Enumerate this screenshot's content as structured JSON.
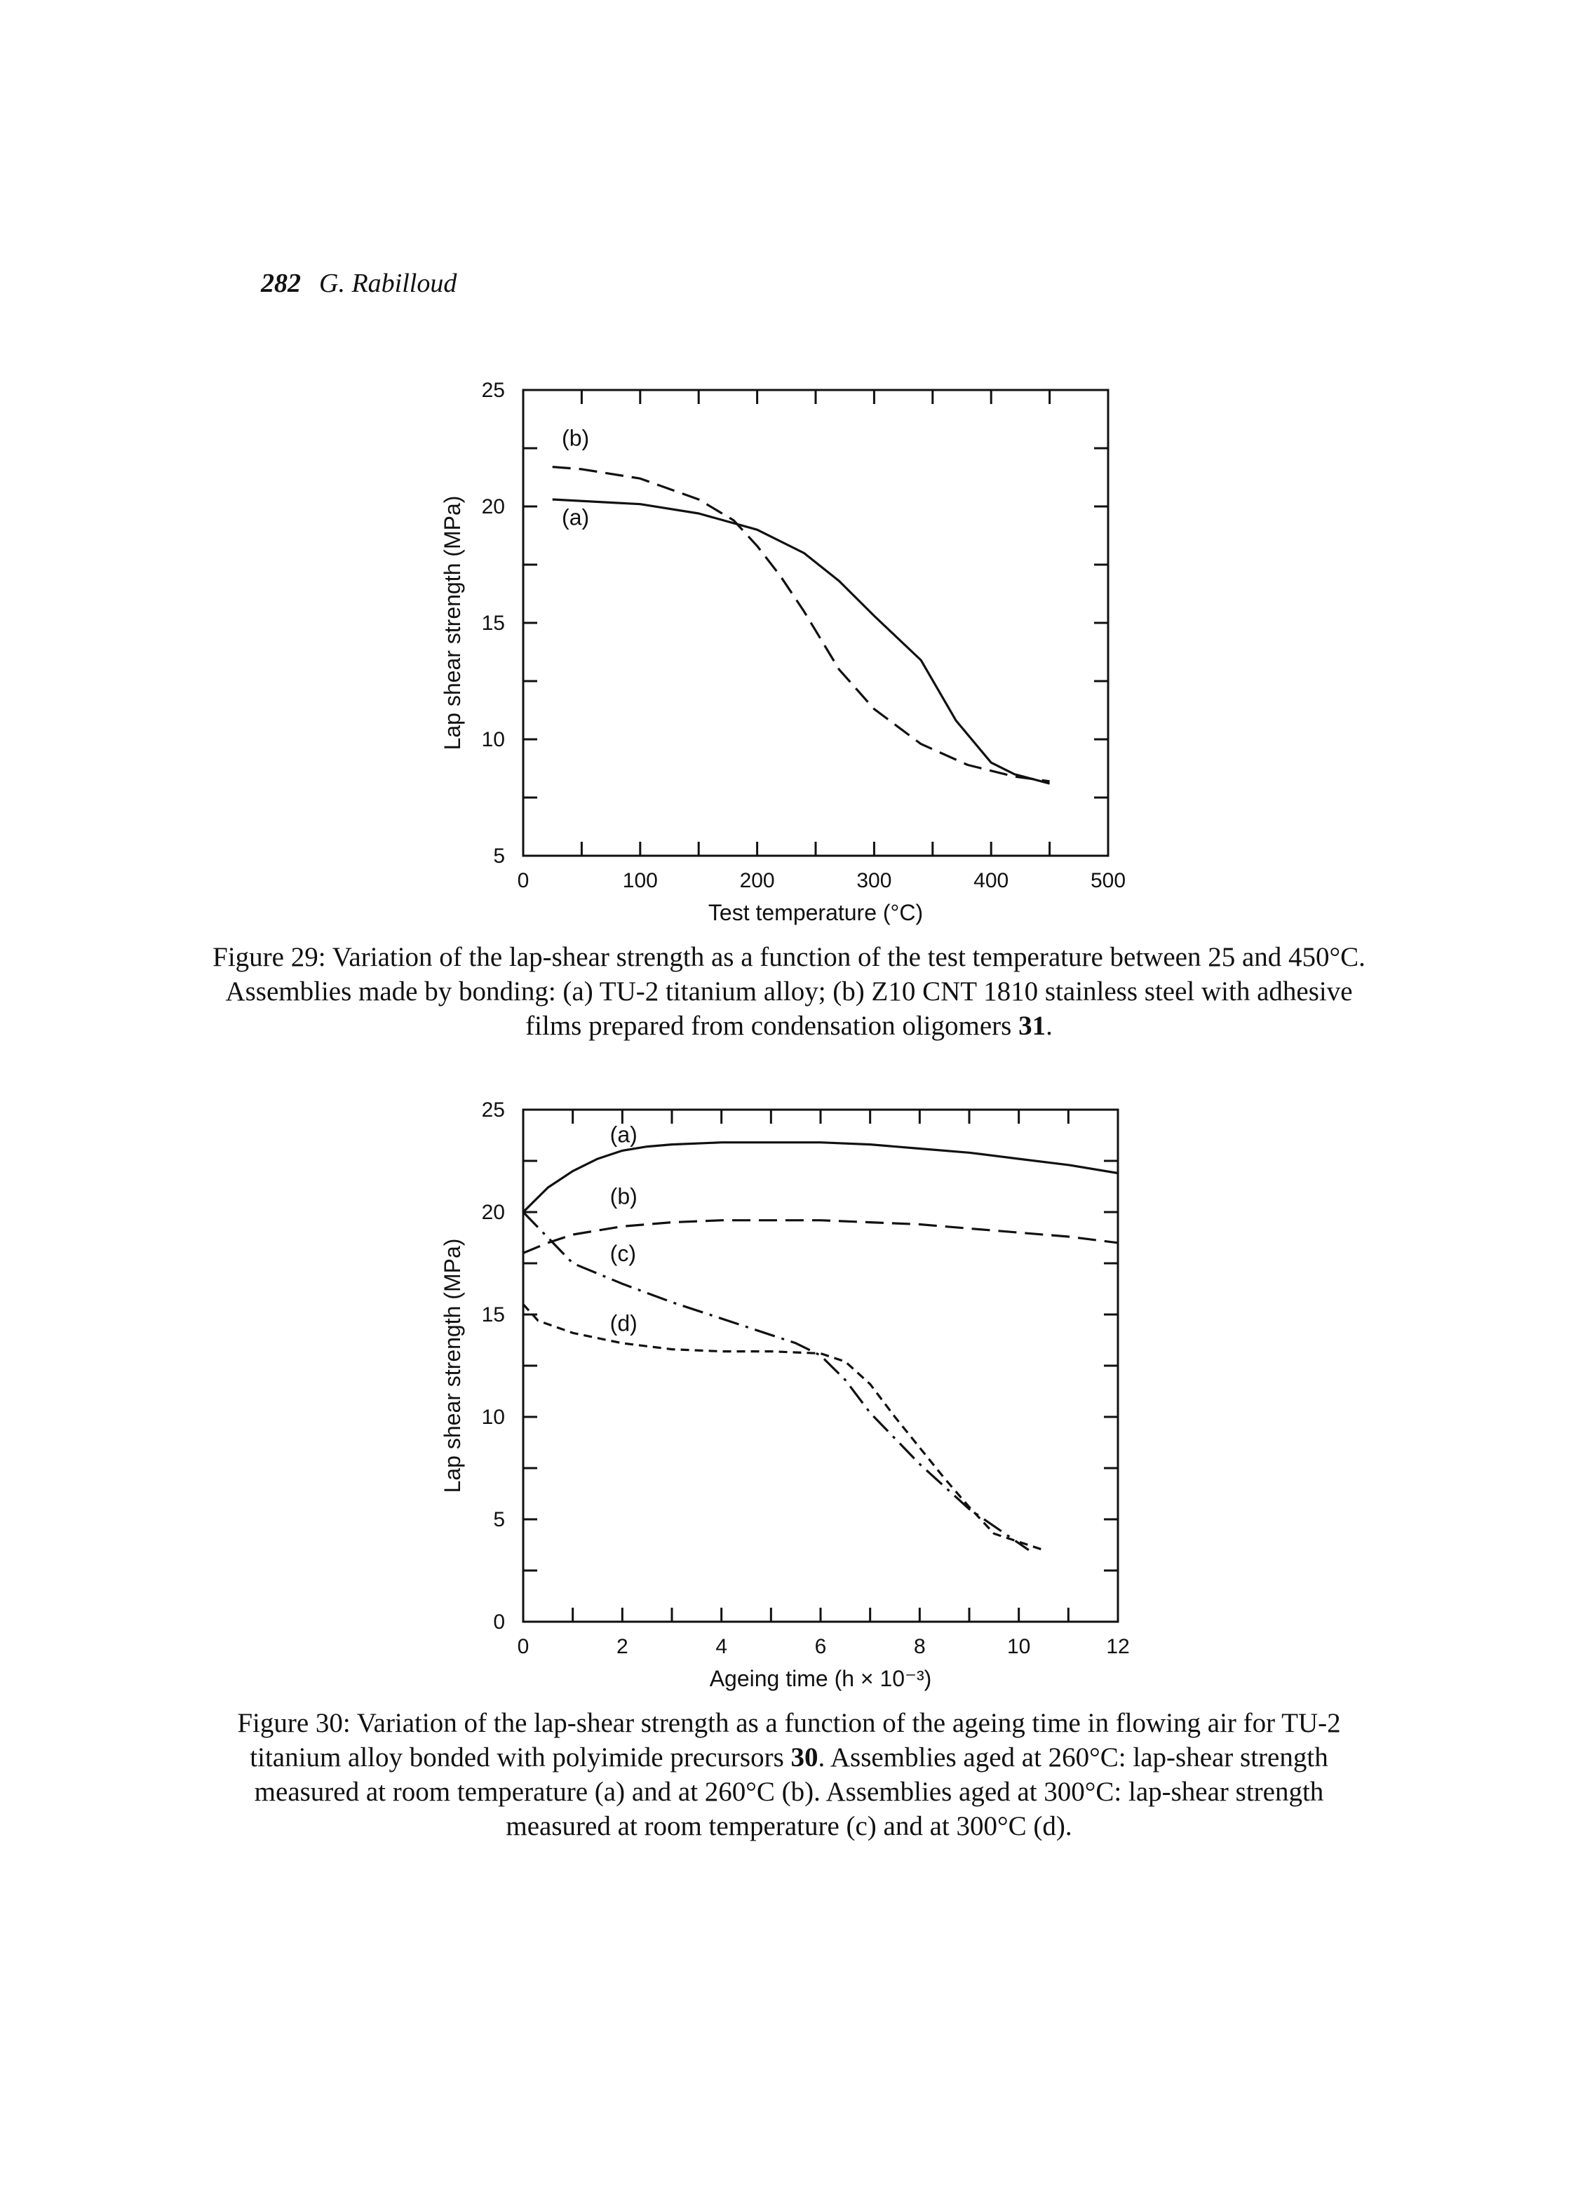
{
  "header": {
    "page_number": "282",
    "author": "G. Rabilloud"
  },
  "figure29": {
    "caption_label": "Figure 29:",
    "caption_text": " Variation of the lap-shear strength as a function of the test temperature between 25 and 450°C. Assemblies made by bonding: (a) TU-2 titanium alloy; (b) Z10 CNT 1810 stainless steel with adhesive films prepared from condensation oligomers ",
    "caption_ref": "31",
    "caption_end": "."
  },
  "figure30": {
    "caption_label": "Figure 30:",
    "caption_text": " Variation of the lap-shear strength as a function of the ageing time in flowing air for TU-2 titanium alloy bonded with polyimide precursors ",
    "caption_ref": "30",
    "caption_end": ". Assemblies aged at 260°C: lap-shear strength measured at room temperature (a) and at 260°C (b). Assemblies aged at 300°C: lap-shear strength measured at room temperature (c) and at 300°C (d)."
  },
  "chart_data": [
    {
      "type": "line",
      "xlabel": "Test temperature (°C)",
      "ylabel": "Lap shear strength (MPa)",
      "xlim": [
        0,
        500
      ],
      "ylim": [
        5,
        25
      ],
      "xticks": [
        0,
        100,
        200,
        300,
        400,
        500
      ],
      "yticks": [
        5,
        10,
        15,
        20,
        25
      ],
      "grid": false,
      "series": [
        {
          "name": "(a)",
          "style": "solid",
          "color": "#111111",
          "x": [
            25,
            100,
            150,
            200,
            240,
            270,
            300,
            340,
            370,
            400,
            420,
            450
          ],
          "y": [
            20.3,
            20.1,
            19.7,
            19.0,
            18.0,
            16.8,
            15.3,
            13.4,
            10.8,
            9.0,
            8.5,
            8.1
          ]
        },
        {
          "name": "(b)",
          "style": "dashed",
          "color": "#111111",
          "x": [
            25,
            50,
            100,
            150,
            180,
            200,
            220,
            240,
            270,
            300,
            340,
            380,
            420,
            450
          ],
          "y": [
            21.7,
            21.6,
            21.2,
            20.3,
            19.4,
            18.3,
            17.0,
            15.5,
            13.0,
            11.3,
            9.8,
            8.9,
            8.4,
            8.2
          ]
        }
      ]
    },
    {
      "type": "line",
      "xlabel": "Ageing time (h × 10⁻³)",
      "ylabel": "Lap shear strength (MPa)",
      "xlim": [
        0,
        12
      ],
      "ylim": [
        0,
        25
      ],
      "xticks": [
        0,
        2,
        4,
        6,
        8,
        10,
        12
      ],
      "yticks": [
        0,
        5,
        10,
        15,
        20,
        25
      ],
      "grid": false,
      "series": [
        {
          "name": "(a)",
          "style": "solid",
          "color": "#111111",
          "x": [
            0,
            0.5,
            1,
            1.5,
            2,
            2.5,
            3,
            4,
            5,
            6,
            7,
            8,
            9,
            10,
            11,
            12
          ],
          "y": [
            20,
            21.2,
            22.0,
            22.6,
            23.0,
            23.2,
            23.3,
            23.4,
            23.4,
            23.4,
            23.3,
            23.1,
            22.9,
            22.6,
            22.3,
            21.9
          ]
        },
        {
          "name": "(b)",
          "style": "dashed",
          "color": "#111111",
          "x": [
            0,
            0.5,
            1,
            2,
            3,
            4,
            5,
            6,
            7,
            8,
            9,
            10,
            11,
            12
          ],
          "y": [
            18.0,
            18.5,
            18.9,
            19.3,
            19.5,
            19.6,
            19.6,
            19.6,
            19.5,
            19.4,
            19.2,
            19.0,
            18.8,
            18.5
          ]
        },
        {
          "name": "(c)",
          "style": "dashdot",
          "color": "#111111",
          "x": [
            0,
            1,
            2,
            3,
            4,
            5,
            5.5,
            6,
            6.5,
            7,
            8,
            9,
            10.2
          ],
          "y": [
            20,
            17.5,
            16.5,
            15.6,
            14.8,
            14.0,
            13.6,
            13.0,
            11.8,
            10.2,
            7.7,
            5.5,
            3.5
          ]
        },
        {
          "name": "(d)",
          "style": "dashed-short",
          "color": "#111111",
          "x": [
            0,
            0.3,
            1,
            2,
            3,
            4,
            5,
            6,
            6.5,
            7,
            7.5,
            8,
            8.5,
            9,
            9.5,
            10.5
          ],
          "y": [
            15.5,
            14.7,
            14.1,
            13.6,
            13.3,
            13.2,
            13.2,
            13.1,
            12.7,
            11.6,
            10.0,
            8.5,
            7.0,
            5.6,
            4.3,
            3.5
          ]
        }
      ]
    }
  ]
}
